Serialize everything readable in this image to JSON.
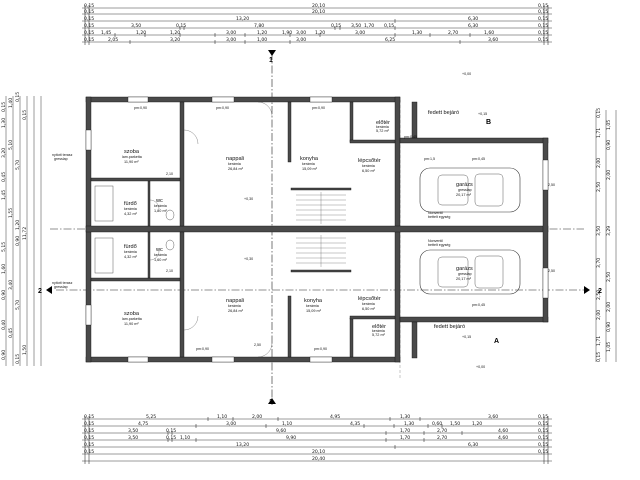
{
  "top_dims": {
    "row1": [
      "0,15",
      "20,10",
      "0,15"
    ],
    "row2": [
      "0,15",
      "20,10",
      "0,15"
    ],
    "row3": [
      "0,15",
      "13,20",
      "6,30",
      "0,15"
    ],
    "row4": [
      "0,15",
      "3,50",
      "0,15",
      "7,80",
      "0,15",
      "3,50",
      "0,15",
      "1,70",
      "6,30",
      "0,15"
    ],
    "row5": [
      "0,15",
      "1,45",
      "1,20",
      "1,20",
      "3,00",
      "1,20",
      "3,00",
      "1,90",
      "1,20",
      "3,00",
      "1,30",
      "2,70",
      "1,60",
      "0,15"
    ],
    "row6": [
      "0,15",
      "2,05",
      "3,20",
      "3,00",
      "1,00",
      "3,00",
      "6,25",
      "3,60",
      "0,15"
    ]
  },
  "bottom_dims": {
    "row1": [
      "0,15",
      "5,25",
      "1,10",
      "2,00",
      "4,95",
      "1,30",
      "3,60",
      "0,15"
    ],
    "row2": [
      "0,15",
      "4,75",
      "3,00",
      "1,10",
      "4,35",
      "1,30",
      "1,50",
      "0,60",
      "1,20",
      "0,15"
    ],
    "row3": [
      "0,15",
      "3,50",
      "0,15",
      "9,60",
      "1,70",
      "2,70",
      "4,60",
      "0,15"
    ],
    "row4": [
      "0,15",
      "3,50",
      "0,15",
      "1,10",
      "9,90",
      "1,70",
      "2,70",
      "4,60",
      "0,15"
    ],
    "row5": [
      "0,15",
      "13,20",
      "6,30",
      "0,15"
    ],
    "row6": [
      "0,15",
      "20,10",
      "0,15"
    ],
    "row7": [
      "20,40"
    ]
  },
  "left_dims": {
    "outer": [
      "0,15",
      "1,30",
      "3,20",
      "0,45",
      "1,45",
      "5,15",
      "1,60",
      "0,90",
      "0,40",
      "0,90",
      "1,40",
      "5,10",
      "1,55",
      "3,40",
      "0,45",
      "1,50",
      "0,15"
    ],
    "inner": [
      "0,15",
      "5,70",
      "1,20",
      "0,90",
      "5,70",
      "0,15"
    ],
    "total": "11,72"
  },
  "right_dims": {
    "outer": [
      "0,15",
      "1,71",
      "2,00",
      "2,50",
      "3,50",
      "3,70",
      "2,50",
      "2,00",
      "1,71",
      "0,15"
    ],
    "inner": [
      "1,05",
      "0,90",
      "2,00",
      "3,29",
      "2,50",
      "2,00",
      "0,90",
      "1,05"
    ]
  },
  "levels": {
    "top": "+0,00",
    "bottom": "+0,00",
    "entry_top": "+0,15",
    "entry_bottom": "+0,15"
  },
  "sections": {
    "one": "1",
    "two": "2",
    "a": "A",
    "b": "B"
  },
  "rooms": [
    {
      "key": "szoba_top",
      "name": "szoba",
      "finish": "lam.parketta",
      "area": "11,90 m²"
    },
    {
      "key": "nappali_top",
      "name": "nappali",
      "finish": "kerámia",
      "area": "26,84 m²"
    },
    {
      "key": "konyha_top",
      "name": "konyha",
      "finish": "kerámia",
      "area": "15,09 m²"
    },
    {
      "key": "eloter_top",
      "name": "előtér",
      "finish": "kerámia",
      "area": "5,72 m²"
    },
    {
      "key": "lepcso_top",
      "name": "lépcsőtér",
      "finish": "kerámia",
      "area": "6,50 m²"
    },
    {
      "key": "furdo_top",
      "name": "fürdő",
      "finish": "kerámia",
      "area": "4,32 m²"
    },
    {
      "key": "wc_top",
      "name": "wc",
      "finish": "kerámia",
      "area": "1,80 m²"
    },
    {
      "key": "garazs_top",
      "name": "garázs",
      "finish": "gresslap",
      "area": "20,17 m²"
    },
    {
      "key": "fedett_top",
      "name": "fedett\nbejáró",
      "finish": "",
      "area": ""
    },
    {
      "key": "nyitott_top",
      "name": "nyitott terasz",
      "finish": "gresslap",
      "area": ""
    },
    {
      "key": "szoba_bot",
      "name": "szoba",
      "finish": "lam.parketta",
      "area": "11,90 m²"
    },
    {
      "key": "nappali_bot",
      "name": "nappali",
      "finish": "kerámia",
      "area": "26,84 m²"
    },
    {
      "key": "konyha_bot",
      "name": "konyha",
      "finish": "kerámia",
      "area": "15,09 m²"
    },
    {
      "key": "eloter_bot",
      "name": "előtér",
      "finish": "kerámia",
      "area": "5,72 m²"
    },
    {
      "key": "lepcso_bot",
      "name": "lépcsőtér",
      "finish": "kerámia",
      "area": "6,50 m²"
    },
    {
      "key": "furdo_bot",
      "name": "fürdő",
      "finish": "kerámia",
      "area": "4,32 m²"
    },
    {
      "key": "wc_bot",
      "name": "wc",
      "finish": "kerámia",
      "area": "1,60 m²"
    },
    {
      "key": "garazs_bot",
      "name": "garázs",
      "finish": "gresslap",
      "area": "20,17 m²"
    },
    {
      "key": "fedett_bot",
      "name": "fedett\nbejáró",
      "finish": "",
      "area": ""
    },
    {
      "key": "nyitott_bot",
      "name": "nyitott terasz",
      "finish": "gresslap",
      "area": ""
    }
  ],
  "annotations": {
    "floor_level": "+0,30",
    "windows": [
      "pm:0,90",
      "pm:0,90",
      "pm:0,90",
      "pm:0,90",
      "pm:0,90"
    ],
    "pm_small": [
      "pm:0,45",
      "pm:0,45",
      "pm:0,45"
    ],
    "pm15": "pm:1,5",
    "sill": "2,10",
    "sill_b": "2,10",
    "door_h": "2,50",
    "garage_door": "2,50",
    "vent": "Nonventil",
    "vent_sub": "bettelt egység"
  }
}
